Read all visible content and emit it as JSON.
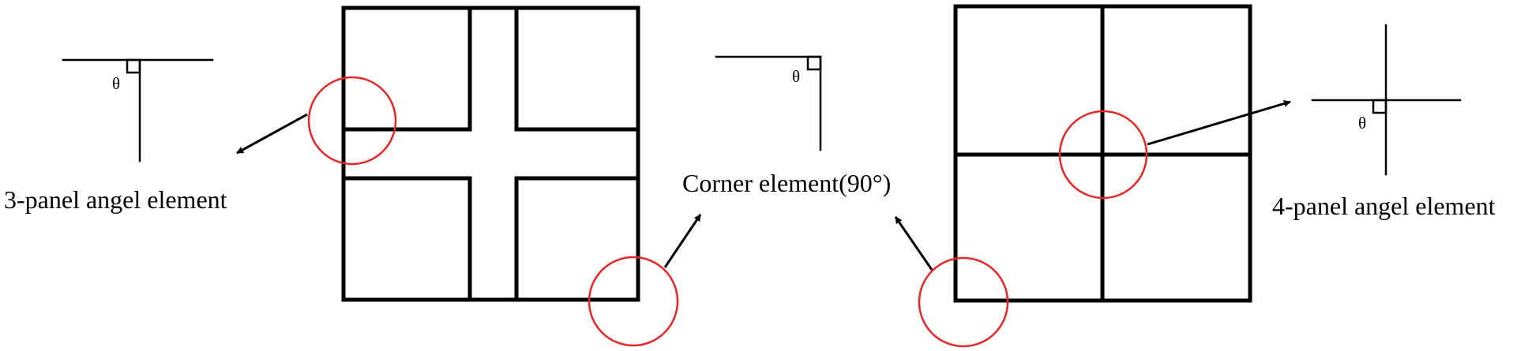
{
  "labels": {
    "three_panel": "3-panel angel element",
    "corner": "Corner element(90°)",
    "four_panel": "4-panel angel element",
    "theta": "θ"
  },
  "colors": {
    "line": "#000000",
    "highlight": "#e8262a",
    "background": "#ffffff"
  }
}
